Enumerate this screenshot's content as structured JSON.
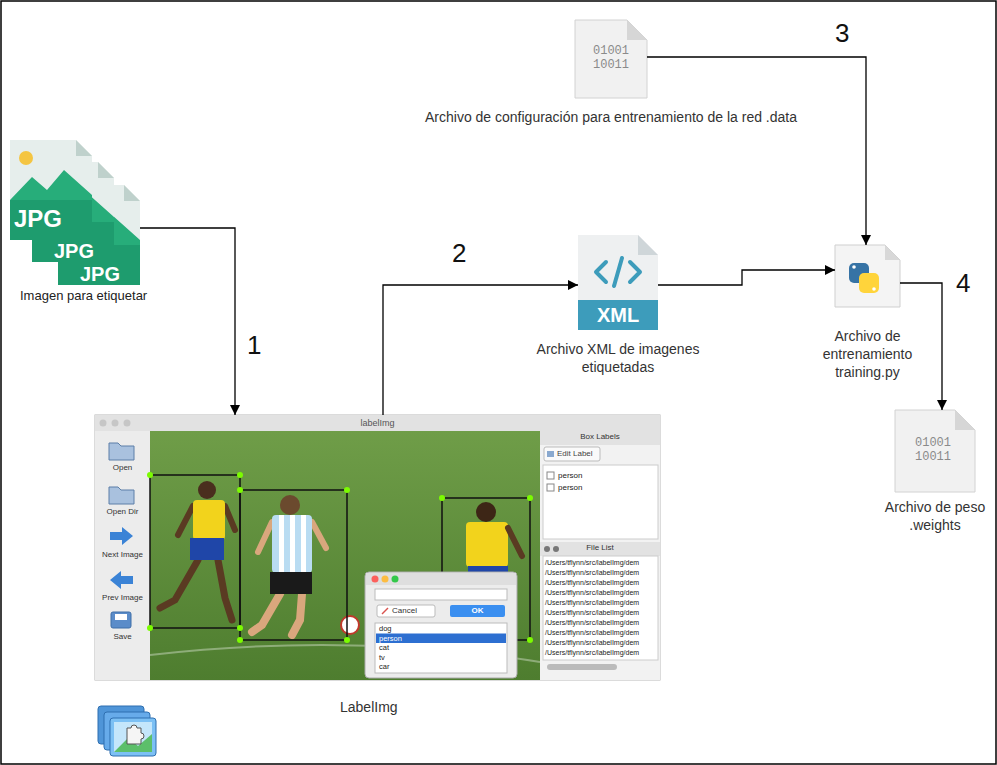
{
  "diagram": {
    "nodes": [
      {
        "text": [
          "01001 10011",
          "Archivo de configuración para entrenamiento de la red .data"
        ]
      },
      {
        "text": [
          "JPG",
          "JPG",
          "JPG",
          "Imagen para etiquetar"
        ]
      },
      {
        "text": [
          "XML",
          "Archivo XML de imagenes etiquetadas"
        ]
      },
      {
        "text": [
          "Archivo de entrenamiento training.py"
        ]
      },
      {
        "text": [
          "01001 10011",
          "Archivo de peso .weights"
        ]
      },
      {
        "text": [
          "labelImg",
          "LabelImg"
        ]
      }
    ],
    "edges": [
      {
        "from": 1,
        "to": 5,
        "arrow": "to",
        "label": "1"
      },
      {
        "from": 5,
        "to": 2,
        "arrow": "to",
        "label": "2"
      },
      {
        "from": 2,
        "to": 3,
        "arrow": "to"
      },
      {
        "from": 0,
        "to": 3,
        "arrow": "to",
        "label": "3"
      },
      {
        "from": 3,
        "to": 4,
        "arrow": "to",
        "label": "4"
      }
    ],
    "labels": [
      "Open",
      "Open Dir",
      "Next Image",
      "Prev Image",
      "Save",
      "Box Labels",
      "Edit Label",
      "person",
      "person",
      "File List",
      "/Users/tflynn/src/labelImg/dem",
      "/Users/tflynn/src/labelImg/dem",
      "/Users/tflynn/src/labelImg/dem",
      "/Users/tflynn/src/labelImg/dem",
      "/Users/tflynn/src/labelImg/dem",
      "/Users/tflynn/src/labelImg/dem",
      "/Users/tflynn/src/labelImg/dem",
      "/Users/tflynn/src/labelImg/dem",
      "/Users/tflynn/src/labelImg/dem",
      "/Users/tflynn/src/labelImg/dem",
      "Cancel",
      "OK",
      "dog",
      "person",
      "cat",
      "tv",
      "car"
    ]
  }
}
